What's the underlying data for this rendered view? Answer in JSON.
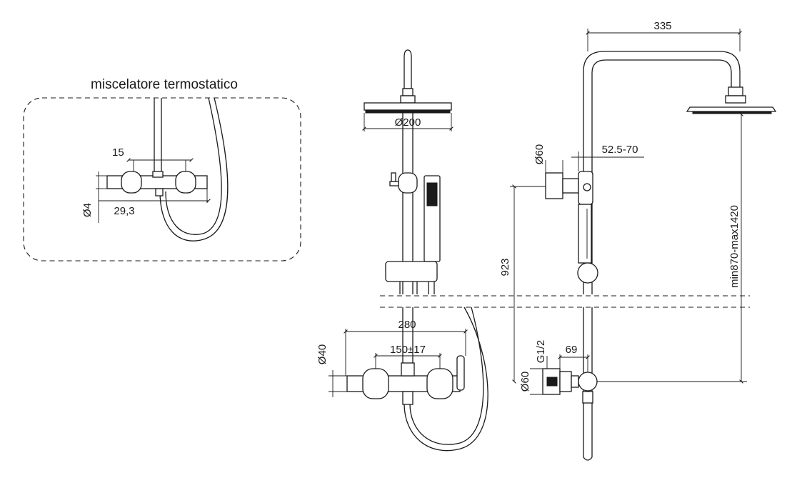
{
  "labels": {
    "detail_title": "miscelatore termostatico",
    "d15": "15",
    "d4": "Ø4",
    "d29": "29,3",
    "d200": "Ø200",
    "d923": "923",
    "d280": "280",
    "d40": "Ø40",
    "d150": "150±17",
    "d335": "335",
    "d60top": "Ø60",
    "d52": "52.5-70",
    "dminmax": "min870-max1420",
    "dg12": "G1/2",
    "d69": "69",
    "d60bot": "Ø60"
  },
  "colors": {
    "line": "#1a1a1a",
    "background": "#ffffff"
  }
}
